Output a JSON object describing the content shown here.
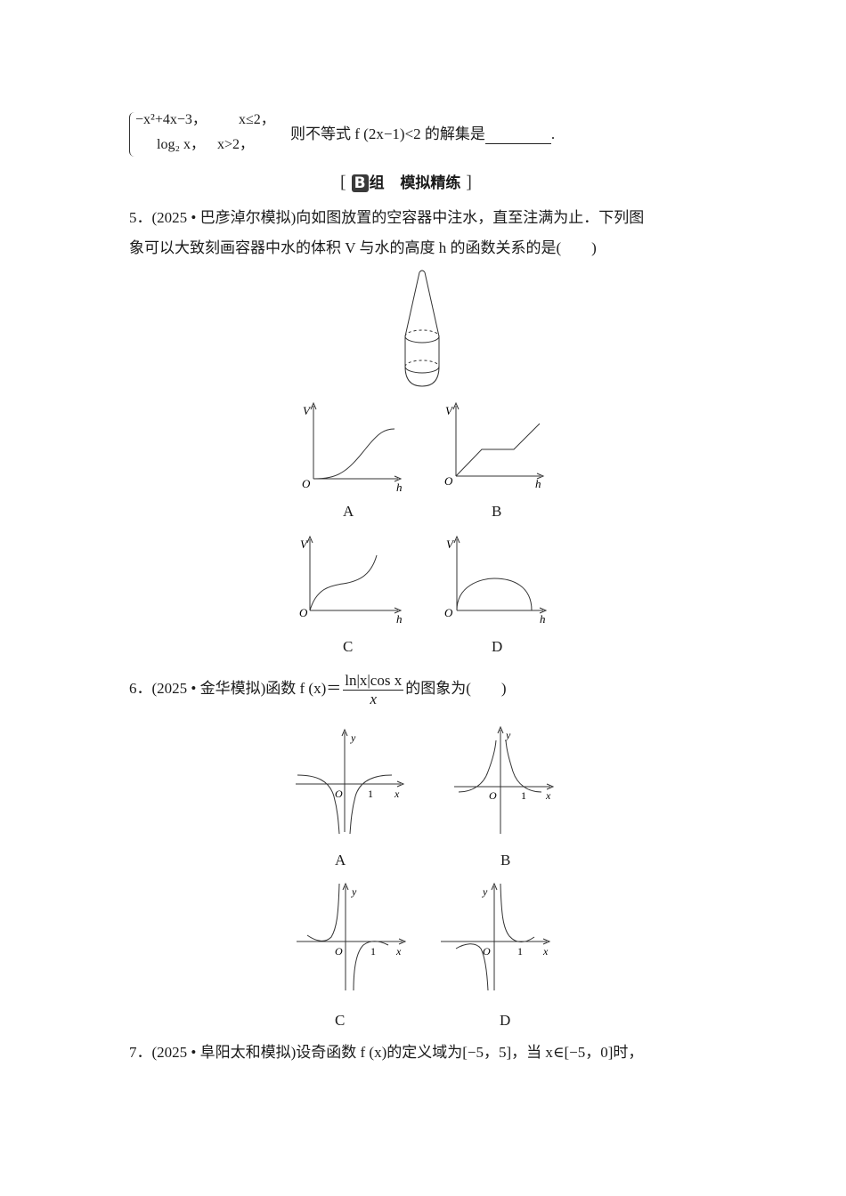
{
  "prev_problem": {
    "piece1_expr": "−x²+4x−3，",
    "piece1_cond": "x≤2，",
    "piece2_expr": "log₂ x，",
    "piece2_cond": "x>2，",
    "question": "则不等式 f (2x−1)<2 的解集是",
    "end": "."
  },
  "section": {
    "badge": "B",
    "group": "组",
    "title": "模拟精练",
    "left_bracket": "[",
    "right_bracket": "]"
  },
  "q5": {
    "line1": "5．(2025 • 巴彦淖尔模拟)向如图放置的空容器中注水，直至注满为止．下列图",
    "line2": "象可以大致刻画容器中水的体积 V 与水的高度 h 的函数关系的是(　　)",
    "container_figure": "cone-cylinder-hemisphere container",
    "options": [
      {
        "label": "A",
        "x_axis": "h",
        "y_axis": "V",
        "origin": "O",
        "shape": "s-curve increasing, concave up then concave down"
      },
      {
        "label": "B",
        "x_axis": "h",
        "y_axis": "V",
        "origin": "O",
        "shape": "linear up, flat, linear up"
      },
      {
        "label": "C",
        "x_axis": "h",
        "y_axis": "V",
        "origin": "O",
        "shape": "concave down then concave up increasing"
      },
      {
        "label": "D",
        "x_axis": "h",
        "y_axis": "V",
        "origin": "O",
        "shape": "arch returning to zero"
      }
    ]
  },
  "q6": {
    "prefix": "6．(2025 • 金华模拟)函数 f (x)＝",
    "numerator": "ln|x|cos x",
    "denominator": "x",
    "suffix": "的图象为(　　)",
    "options": [
      {
        "label": "A",
        "x_axis": "x",
        "y_axis": "y",
        "origin": "O",
        "tick": "1"
      },
      {
        "label": "B",
        "x_axis": "x",
        "y_axis": "y",
        "origin": "O",
        "tick": "1"
      },
      {
        "label": "C",
        "x_axis": "x",
        "y_axis": "y",
        "origin": "O",
        "tick": "1"
      },
      {
        "label": "D",
        "x_axis": "x",
        "y_axis": "y",
        "origin": "O",
        "tick": "1"
      }
    ]
  },
  "q7": {
    "line1": "7．(2025 • 阜阳太和模拟)设奇函数 f (x)的定义域为[−5，5]，当 x∈[−5，0]时，"
  }
}
